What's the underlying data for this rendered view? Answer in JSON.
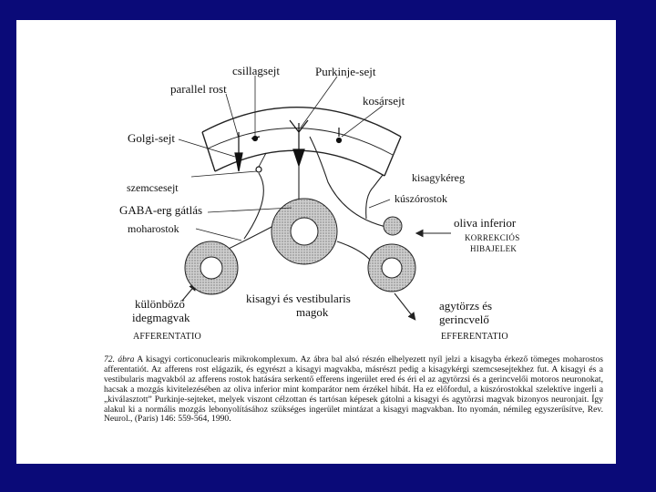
{
  "labels": {
    "parallel_rost": "parallel rost",
    "csillagsejt": "csillagsejt",
    "purkinje_sejt": "Purkinje-sejt",
    "kosarsejt": "kosársejt",
    "golgi_sejt": "Golgi-sejt",
    "kisagykereg": "kisagykéreg",
    "szemcsesejt": "szemcsesejt",
    "kuszorostok": "kúszórostok",
    "gaba_erg_gatlas": "GABA-erg gátlás",
    "oliva_inferior": "oliva inferior",
    "moharostok": "moharostok",
    "korrekcios": "KORREKCIÓS",
    "hibajelek": "HIBAJELEK",
    "kulonbozo": "különböző",
    "idegmagvak": "idegmagvak",
    "kisagyi_vestibularis": "kisagyi és vestibularis",
    "magok": "magok",
    "agytorzs_es": "agytörzs és",
    "gerincvelo": "gerincvelő",
    "afferentatio": "AFFERENTATIO",
    "efferentatio": "EFFERENTATIO"
  },
  "caption": {
    "figure_number": "72. ábra",
    "text": "A kisagyi corticonuclearis mikrokomplexum. Az ábra bal alsó részén elhelyezett nyíl jelzi a kisagyba érkező tömeges moharostos afferentatiót. Az afferens rost elágazik, és egyrészt a kisagyi magvakba, másrészt pedig a kisagykérgi szemcsesejtekhez fut. A kisagyi és a vestibularis magvakból az afferens rostok hatására serkentő efferens ingerület ered és éri el az agytörzsi és a gerincvelői motoros neuronokat, hacsak a mozgás kivitelezésében az oliva inferior mint komparátor nem érzékel hibát. Ha ez előfordul, a kúszórostokkal szelektíve ingerli a „kiválasztott” Purkinje-sejteket, melyek viszont célzottan és tartósan képesek gátolni a kisagyi és agytörzsi magvak bizonyos neuronjait. Így alakul ki a normális mozgás lebonyolításához szükséges ingerület mintázat a kisagyi magvakban. Ito nyomán, némileg egyszerűsítve, Rev. Neurol., (Paris) 146: 559-564, 1990."
  }
}
